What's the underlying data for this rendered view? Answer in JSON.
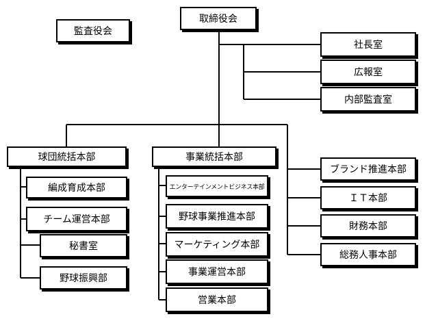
{
  "org": {
    "board": "取締役会",
    "audit_board": "監査役会",
    "president_office": "社長室",
    "pr_office": "広報室",
    "internal_audit": "内部監査室",
    "team_hq": {
      "label": "球団統括本部",
      "children": [
        "編成育成本部",
        "チーム運営本部",
        "秘書室",
        "野球振興部"
      ]
    },
    "business_hq": {
      "label": "事業統括本部",
      "children": [
        "エンターテインメントビジネス本部",
        "野球事業推進本部",
        "マーケティング本部",
        "事業運営本部",
        "営業本部"
      ]
    },
    "right_depts": [
      "ブランド推進本部",
      "ＩＴ本部",
      "財務本部",
      "総務人事本部"
    ]
  }
}
